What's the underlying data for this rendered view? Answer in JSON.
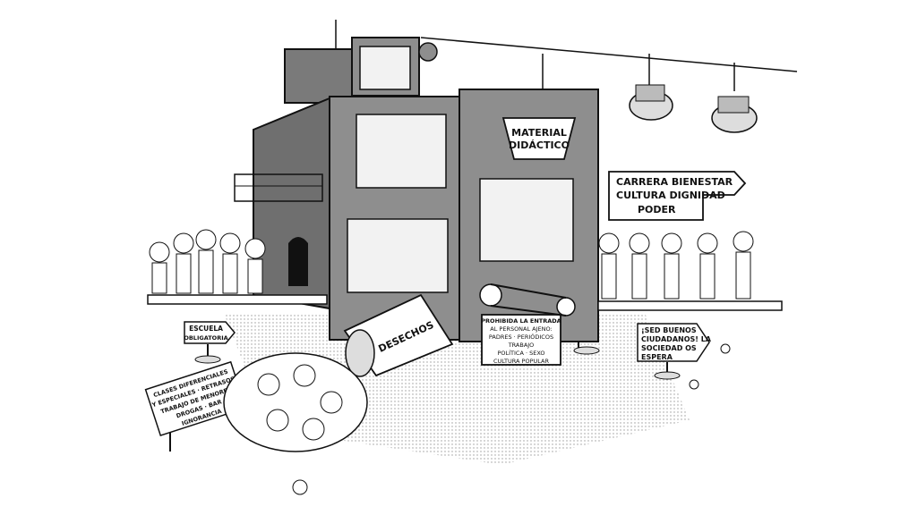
{
  "signs": {
    "material": [
      "MATERIAL",
      "DIDÁCTICO"
    ],
    "career": [
      "CARRERA BIENESTAR",
      "CULTURA DIGNIDAD",
      "PODER"
    ],
    "desechos": "DESECHOS",
    "escuela": [
      "ESCUELA",
      "OBLIGATORIA"
    ],
    "prohibida": [
      "PROHIBIDA LA ENTRADA",
      "AL PERSONAL AJENO:",
      "PADRES · PERIÓDICOS",
      "TRABAJO",
      "POLÍTICA · SEXO",
      "CULTURA POPULAR"
    ],
    "ciudadanos": [
      "¡SED BUENOS",
      "CIUDADANOS! LA",
      "SOCIEDAD OS",
      "ESPERA"
    ],
    "clases": [
      "CLASES DIFERENCIALES",
      "Y ESPECIALES · RETRASOS",
      "TRABAJO DE MENORES",
      "DROGAS · BAR",
      "IGNORANCIA"
    ]
  },
  "colors": {
    "ink": "#111111",
    "factory_grey": "#8e8e8e",
    "factory_dark": "#6f6f6f",
    "paper": "#ffffff",
    "window": "#f2f2f2"
  }
}
